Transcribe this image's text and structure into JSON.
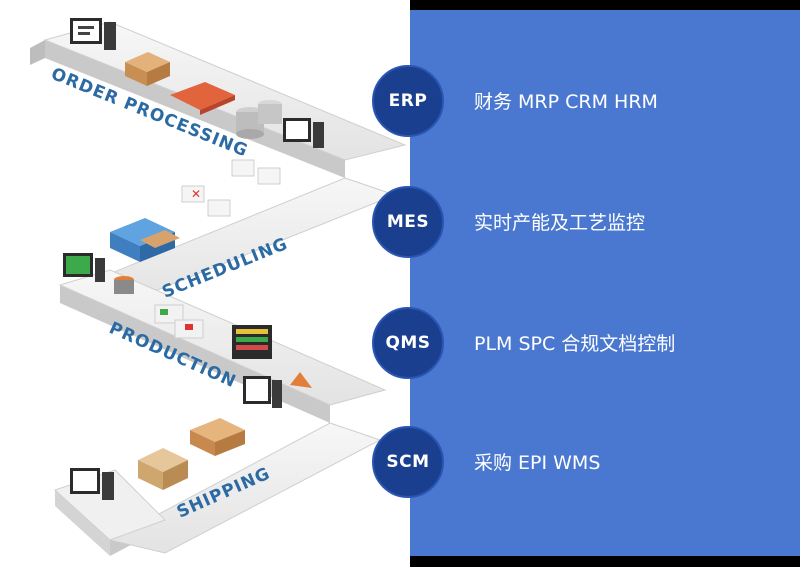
{
  "stages": {
    "order_processing": "ORDER PROCESSING",
    "scheduling": "SCHEDULING",
    "production": "PRODUCTION",
    "shipping": "SHIPPING"
  },
  "systems": [
    {
      "abbr": "ERP",
      "desc": "财务 MRP CRM HRM"
    },
    {
      "abbr": "MES",
      "desc": "实时产能及工艺监控"
    },
    {
      "abbr": "QMS",
      "desc": "PLM SPC 合规文档控制"
    },
    {
      "abbr": "SCM",
      "desc": "采购 EPI WMS"
    }
  ],
  "colors": {
    "panel": "#4a78d0",
    "circle": "#1a3f8f",
    "label": "#2c6aa3"
  }
}
